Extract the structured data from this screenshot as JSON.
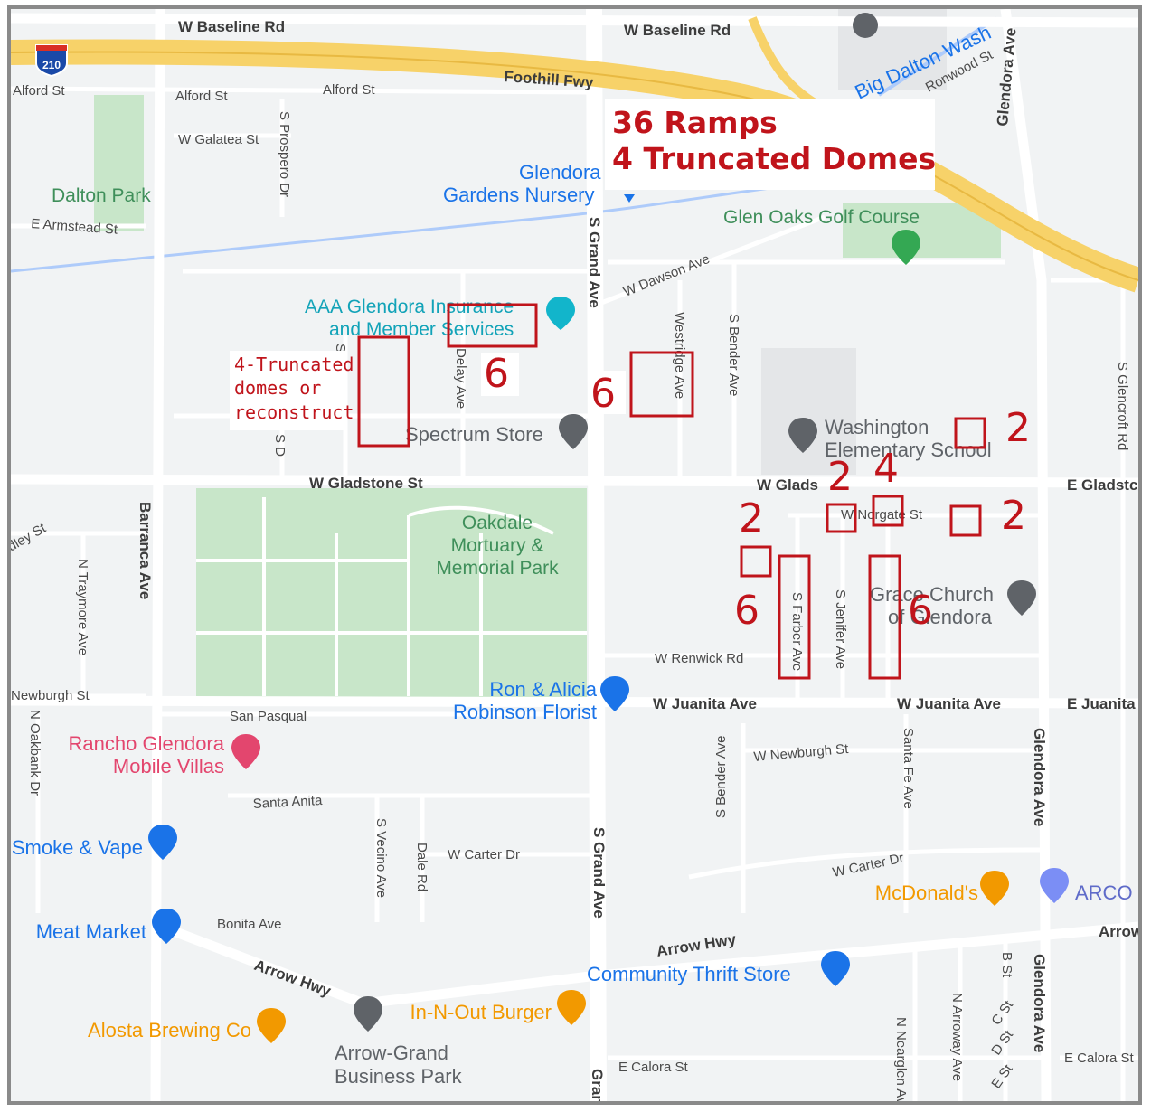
{
  "streets": {
    "w_baseline_rd_1": "W Baseline Rd",
    "w_baseline_rd_2": "W Baseline Rd",
    "foothill_fwy": "Foothill Fwy",
    "i210_shield": "210",
    "alford_st_1": "Alford St",
    "alford_st_2": "Alford St",
    "alford_st_3": "Alford St",
    "w_galatea_st": "W Galatea St",
    "s_prospero_dr": "S Prospero Dr",
    "e_armstead_st": "E Armstead St",
    "big_dalton_wash": "Big Dalton Wash",
    "ronwood_st": "Ronwood St",
    "glendora_ave_top": "Glendora Ave",
    "s_grand_ave_top": "S Grand Ave",
    "w_dawson_ave": "W Dawson Ave",
    "westridge_ave": "Westridge Ave",
    "s_bender_ave_top": "S Bender Ave",
    "s_glencroft_rd": "S Glencroft Rd",
    "delay_ave": "Delay Ave",
    "s_ave": "S Ave",
    "s_d": "S D",
    "w_gladstone_st": "W Gladstone St",
    "w_glads": "W Glads",
    "e_gladstone": "E Gladstc",
    "w_norgate_st": "W Norgate St",
    "barranca_ave": "Barranca Ave",
    "dley_st": "dley St",
    "n_traymore_ave": "N Traymore Ave",
    "newburgh_st": "Newburgh St",
    "n_oakbank_dr": "N Oakbank Dr",
    "s_farber_ave": "S Farber Ave",
    "s_jenifer_ave": "S Jenifer Ave",
    "w_renwick_rd": "W Renwick Rd",
    "w_juanita_ave_1": "W Juanita Ave",
    "w_juanita_ave_2": "W Juanita Ave",
    "e_juanita": "E Juanita",
    "san_pasqual": "San Pasqual",
    "santa_anita": "Santa Anita",
    "s_bender_ave_bottom": "S Bender Ave",
    "w_newburgh_st": "W Newburgh St",
    "santa_fe_ave": "Santa Fe Ave",
    "glendora_ave_mid": "Glendora Ave",
    "s_vecino_ave": "S Vecino Ave",
    "dale_rd": "Dale Rd",
    "w_carter_dr_1": "W Carter Dr",
    "s_grand_ave_bottom": "S Grand Ave",
    "w_carter_dr_2": "W Carter Dr",
    "bonita_ave": "Bonita Ave",
    "arrow_hwy_1": "Arrow Hwy",
    "arrow_hwy_2": "Arrow Hwy",
    "arrow_right": "Arrow",
    "e_calora_st_1": "E Calora St",
    "e_calora_st_2": "E Calora St",
    "grand_bottom": "Grand",
    "n_nearglen_ave": "N Nearglen Ave",
    "n_arroway_ave": "N Arroway Ave",
    "b_st": "B St",
    "c_st": "C St",
    "d_st": "D St",
    "e_st": "E St",
    "glendora_ave_bottom": "Glendora Ave"
  },
  "pois": {
    "dalton_park": "Dalton Park",
    "glendora_gardens_1": "Glendora",
    "glendora_gardens_2": "Gardens Nursery",
    "glen_oaks": "Glen Oaks Golf Course",
    "aaa_1": "AAA Glendora Insurance",
    "aaa_2": "and Member Services",
    "spectrum": "Spectrum Store",
    "washington_1": "Washington",
    "washington_2": "Elementary School",
    "oakdale_1": "Oakdale",
    "oakdale_2": "Mortuary &",
    "oakdale_3": "Memorial Park",
    "grace_1": "Grace Church",
    "grace_2": "of Glendora",
    "ron_alicia_1": "Ron & Alicia",
    "ron_alicia_2": "Robinson Florist",
    "rancho_1": "Rancho Glendora",
    "rancho_2": "Mobile Villas",
    "smoke_vape": "Smoke & Vape",
    "mcdonalds": "McDonald's",
    "arco": "ARCO",
    "meat_market": "Meat Market",
    "community_thrift": "Community Thrift Store",
    "in_n_out": "In-N-Out Burger",
    "alosta": "Alosta Brewing Co",
    "arrow_grand_1": "Arrow-Grand",
    "arrow_grand_2": "Business Park"
  },
  "annotations": {
    "summary_line1": "36 Ramps",
    "summary_line2": "4 Truncated Domes",
    "note_line1": "4-Truncated",
    "note_line2": "domes or",
    "note_line3": "reconstruct",
    "count_aaa": "6",
    "count_westridge": "6",
    "count_washington": "2",
    "count_glads": "2",
    "count_norgate": "4",
    "count_right": "2",
    "count_left": "2",
    "count_farber": "6",
    "count_grace": "6"
  },
  "colors": {
    "annotation": "#c0141b",
    "freeway": "#f7d269",
    "park": "#c8e6c9",
    "water": "#aecbfa",
    "road": "#ffffff",
    "background": "#f1f3f4"
  }
}
